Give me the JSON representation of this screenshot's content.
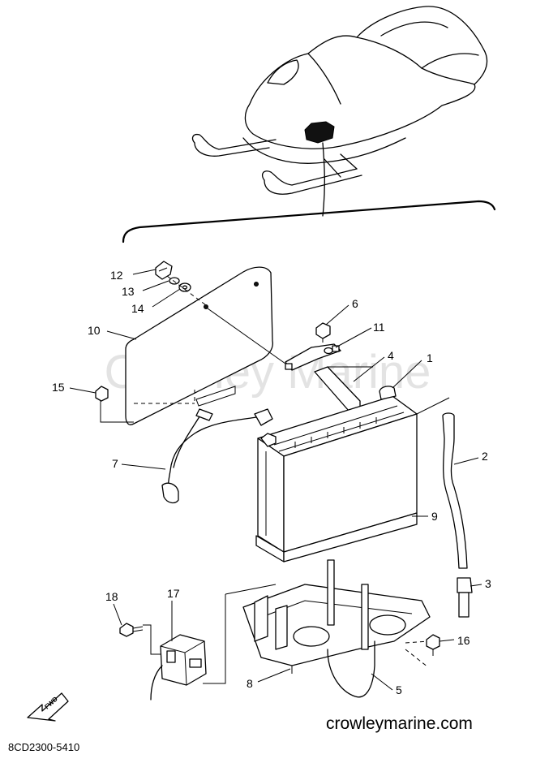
{
  "watermark": "Crowley Marine",
  "footer": {
    "site": "crowleymarine.com",
    "part_code": "8CD2300-5410"
  },
  "fwd_label": "FWD",
  "callouts": [
    "1",
    "2",
    "3",
    "4",
    "5",
    "6",
    "7",
    "8",
    "9",
    "10",
    "11",
    "12",
    "13",
    "14",
    "15",
    "16",
    "17",
    "18"
  ],
  "colors": {
    "line": "#000000",
    "watermark": "#e3e3e3",
    "background": "#ffffff"
  }
}
